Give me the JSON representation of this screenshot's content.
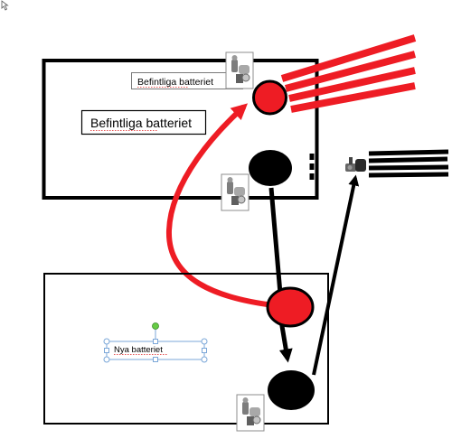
{
  "colors": {
    "background": "#ffffff",
    "outline": "#000000",
    "positive_terminal": "#ee1c24",
    "negative_terminal": "#000000",
    "selection_handle": "#7ba7d8",
    "rotation_handle": "#66cc44"
  },
  "existing_battery": {
    "name_label": "Befintliga batteriet",
    "caption_label": "Befintliga batteriet"
  },
  "new_battery": {
    "name_label": "Nya batteriet"
  },
  "icons": {
    "corner": "cursor-corner-icon",
    "terminal_clamp": "battery-terminal-clamp-icon",
    "cable_end": "cable-lug-icon"
  }
}
